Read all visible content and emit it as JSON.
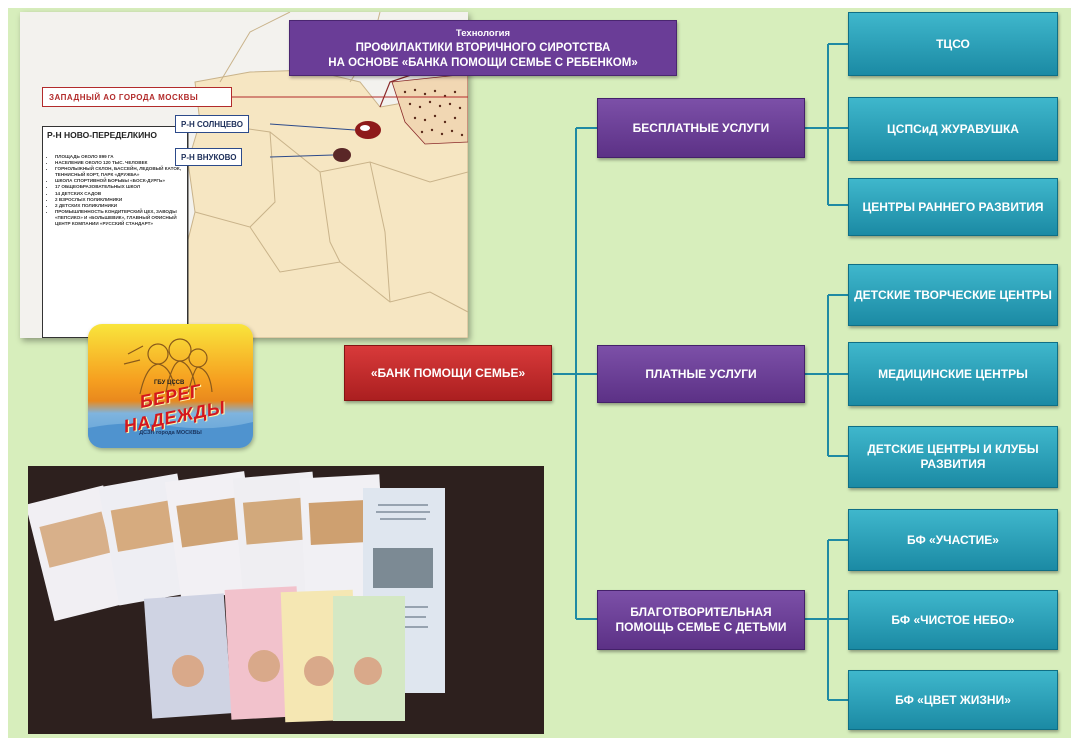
{
  "map_card": {
    "technology_title_line1": "Технология",
    "technology_title_line2": "ПРОФИЛАКТИКИ ВТОРИЧНОГО СИРОТСТВА",
    "technology_title_line3": "НА ОСНОВЕ «БАНКА ПОМОЩИ СЕМЬЕ С РЕБЕНКОМ»",
    "district_banner": "ЗАПАДНЫЙ АО ГОРОДА МОСКВЫ",
    "info_title": "Р-Н НОВО-ПЕРЕДЕЛКИНО",
    "info_items": [
      "ПЛОЩАДЬ ОКОЛО 899 ГА",
      "НАСЕЛЕНИЕ ОКОЛО 120 ТЫС. ЧЕЛОВЕК",
      "ГОРНОЛЫЖНЫЙ СКЛОН, БАССЕЙН, ЛЕДОВЫЙ КАТОК, ТЕННИСНЫЙ КОРТ, ПАРК «ДРУЖБА»",
      "ШКОЛА СПОРТИВНОЙ БОРЬБЫ «БОСК-ДУРГЬ»",
      "17 ОБЩЕОБРАЗОВАТЕЛЬНЫХ ШКОЛ",
      "14 ДЕТСКИХ САДОВ",
      "2 ВЗРОСЛЫХ ПОЛИКЛИНИКИ",
      "2 ДЕТСКИХ ПОЛИКЛИНИКИ",
      "ПРОМЫШЛЕННОСТЬ КОНДИТЕРСКИЙ ЦЕХ, ЗАВОДЫ «ПЕПСИКО» И «БОЛЬШЕВИК», ГЛАВНЫЙ ОФИСНЫЙ ЦЕНТР КОМПАНИИ «РУССКИЙ СТАНДАРТ»"
    ],
    "tag_solntsevo": "Р-Н СОЛНЦЕВО",
    "tag_vnukovo": "Р-Н ВНУКОВО"
  },
  "logo": {
    "org": "ГБУ ЦССВ",
    "name": "БЕРЕГ НАДЕЖДЫ",
    "city": "ДСЗН города МОСКВЫ"
  },
  "diagram": {
    "center": "«БАНК ПОМОЩИ СЕМЬЕ»",
    "branches": [
      {
        "label": "БЕСПЛАТНЫЕ УСЛУГИ",
        "leaves": [
          "ТЦСО",
          "ЦСПСиД ЖУРАВУШКА",
          "ЦЕНТРЫ РАННЕГО РАЗВИТИЯ"
        ]
      },
      {
        "label": "ПЛАТНЫЕ УСЛУГИ",
        "leaves": [
          "ДЕТСКИЕ ТВОРЧЕСКИЕ ЦЕНТРЫ",
          "МЕДИЦИНСКИЕ ЦЕНТРЫ",
          "ДЕТСКИЕ ЦЕНТРЫ И КЛУБЫ РАЗВИТИЯ"
        ]
      },
      {
        "label": "БЛАГОТВОРИТЕЛЬНАЯ ПОМОЩЬ СЕМЬЕ С ДЕТЬМИ",
        "leaves": [
          "БФ «УЧАСТИЕ»",
          "БФ «ЧИСТОЕ НЕБО»",
          "БФ «ЦВЕТ ЖИЗНИ»"
        ]
      }
    ]
  },
  "colors": {
    "background": "#d7eebc",
    "purple": "#6a3d97",
    "teal": "#2a9fb9",
    "red": "#c42a2a",
    "connector": "#1f8aa3"
  }
}
